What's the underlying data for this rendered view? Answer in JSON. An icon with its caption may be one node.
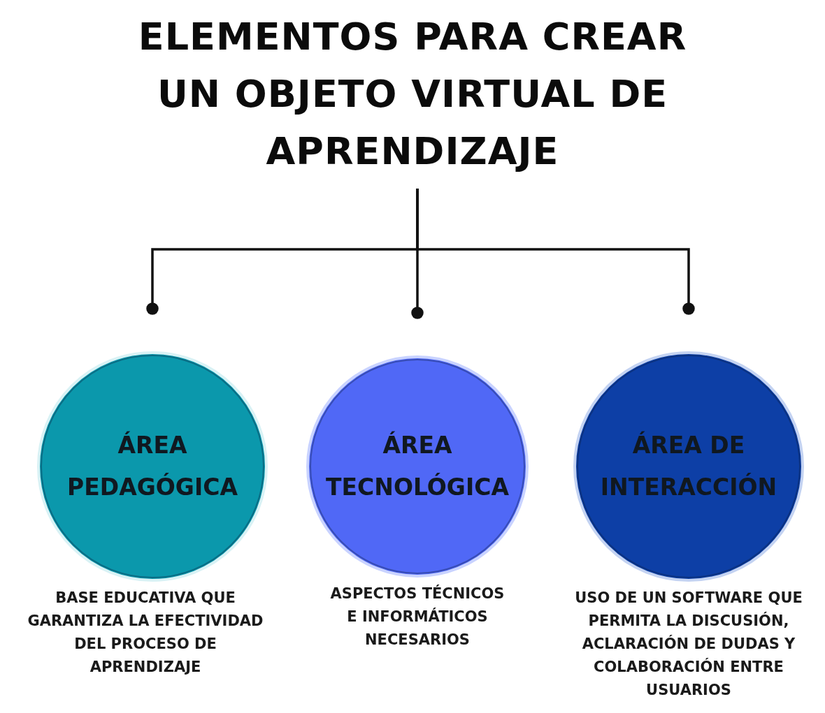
{
  "diagram": {
    "nodes": [
      {
        "text": [
          "ELEMENTOS PARA CREAR UN OBJETO VIRTUAL DE APRENDIZAJE"
        ]
      },
      {
        "text": [
          "ÁREA PEDAGÓGICA"
        ],
        "beside": [
          "BASE EDUCATIVA QUE GARANTIZA LA EFECTIVIDAD DEL PROCESO DE APRENDIZAJE"
        ]
      },
      {
        "text": [
          "ÁREA TECNOLÓGICA"
        ],
        "beside": [
          "ASPECTOS TÉCNICOS E INFORMÁTICOS NECESARIOS"
        ]
      },
      {
        "text": [
          "ÁREA DE INTERACCIÓN"
        ],
        "beside": [
          "USO DE UN SOFTWARE QUE PERMITA LA DISCUSIÓN, ACLARACIÓN DE DUDAS Y COLABORACIÓN ENTRE USUARIOS"
        ]
      }
    ],
    "edges": [
      {
        "from": 0,
        "to": 1,
        "arrow": "other"
      },
      {
        "from": 0,
        "to": 2,
        "arrow": "other"
      },
      {
        "from": 0,
        "to": 3,
        "arrow": "other"
      }
    ]
  }
}
